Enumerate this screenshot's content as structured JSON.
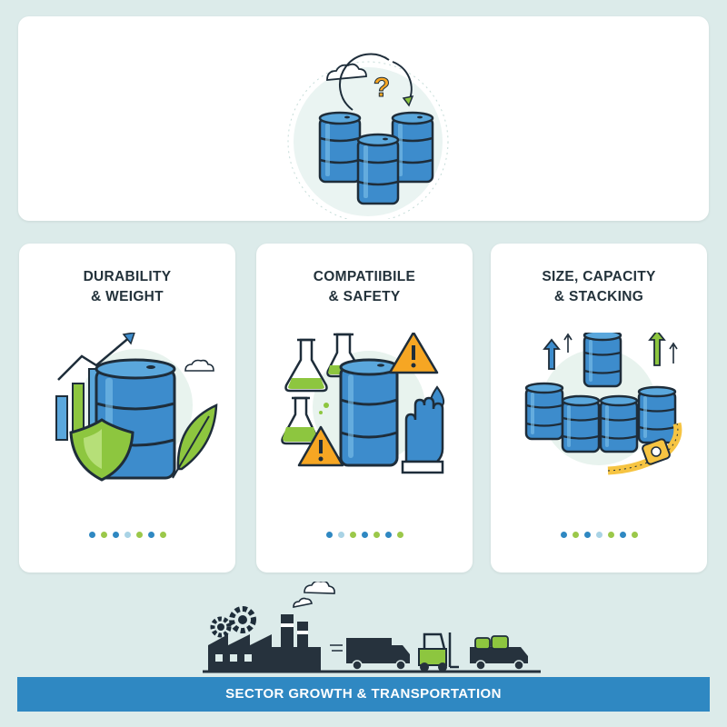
{
  "hero": {
    "question_mark": "?"
  },
  "cards": [
    {
      "title_line1": "DURABILITY",
      "title_line2": "& WEIGHT"
    },
    {
      "title_line1": "COMPATIIBILE",
      "title_line2": "& SAFETY"
    },
    {
      "title_line1": "SIZE, CAPACITY",
      "title_line2": "& STACKING"
    }
  ],
  "dots_palette": [
    "#2f88c2",
    "#9bc84a",
    "#2f88c2",
    "#a9d3e5",
    "#9bc84a",
    "#2f88c2",
    "#9bc84a"
  ],
  "banner": {
    "label": "SECTOR GROWTH & TRANSPORTATION"
  },
  "colors": {
    "barrel_blue": "#3d8ccc",
    "barrel_stroke": "#1e2d3a",
    "accent_green": "#8dc63f",
    "warning_orange": "#f6a623",
    "banner_blue": "#2f88c2",
    "background": "#dcebea"
  }
}
